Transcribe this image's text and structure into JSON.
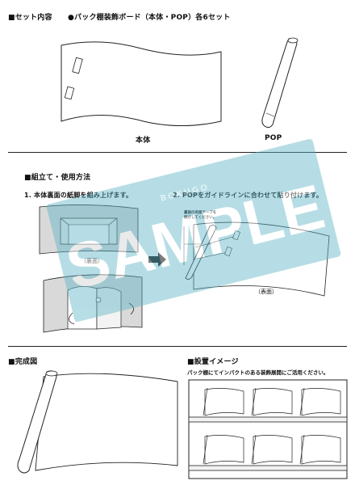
{
  "set_contents": {
    "heading": "■セット内容",
    "description": "●パック棚装飾ボード（本体・POP）各6セット",
    "label_main": "本体",
    "label_pop": "POP"
  },
  "assembly": {
    "heading": "■組立て・使用方法",
    "step1": "1. 本体裏面の紙脚を組み上げます。",
    "step1_caption": "（裏面）",
    "step2": "2. POPをガイドラインに合わせて貼り付けます。",
    "step2_note_line1": "裏面の両面テープを",
    "step2_note_line2": "剥がしてください。",
    "step2_caption": "（表面）"
  },
  "completed": {
    "heading": "■完成図"
  },
  "installation": {
    "heading": "■設置イメージ",
    "description": "パック棚にてインパクトのある装飾展開にご活用ください。"
  },
  "watermark": {
    "text": "SAMPLE",
    "brand": "BOKUGO"
  },
  "colors": {
    "watermark": "#5fb5c6",
    "line": "#222222",
    "shelf_fill": "#f2f2f2",
    "illustration_gray": "#d9d9d9"
  }
}
